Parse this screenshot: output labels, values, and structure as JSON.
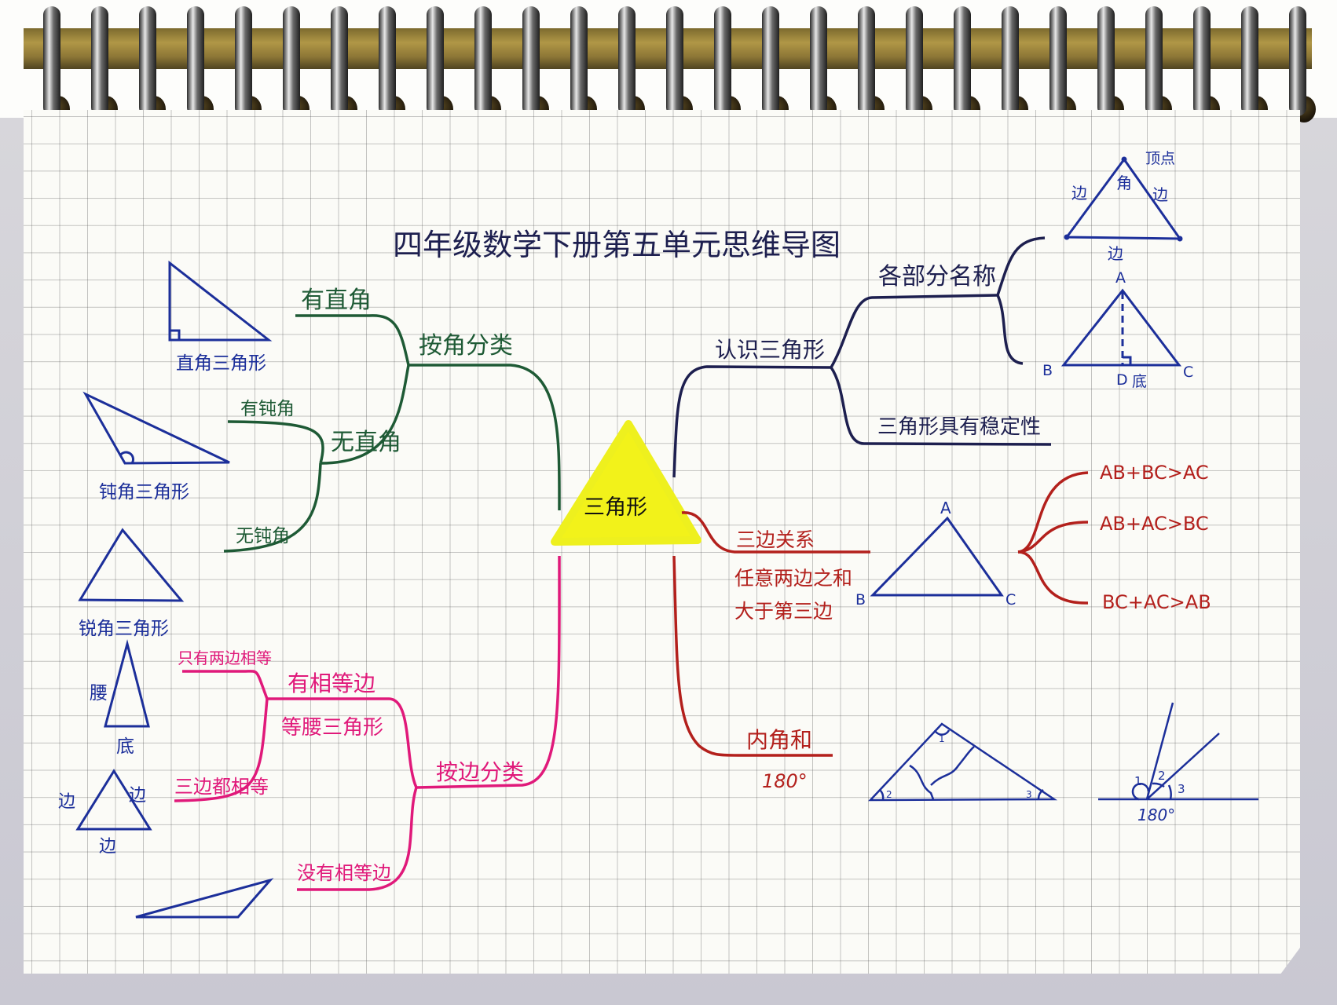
{
  "title": "四年级数学下册第五单元思维导图",
  "center": {
    "label": "三角形",
    "fill": "#f2f21a"
  },
  "colors": {
    "angle_branch": "#1e5a35",
    "side_branch": "#e0197a",
    "know_branch": "#1d1f4f",
    "relation_branch": "#b3201c",
    "diagram_ink": "#1c2f9a"
  },
  "branches": {
    "by_angle": {
      "label": "按角分类",
      "has_right": "有直角",
      "no_right": "无直角",
      "has_obtuse": "有钝角",
      "no_obtuse": "无钝角",
      "right_triangle": "直角三角形",
      "obtuse_triangle": "钝角三角形",
      "acute_triangle": "锐角三角形"
    },
    "by_side": {
      "label": "按边分类",
      "has_equal": "有相等边",
      "isosceles": "等腰三角形",
      "only_two_equal": "只有两边相等",
      "all_three_equal": "三边都相等",
      "no_equal": "没有相等边",
      "leg_label": "腰",
      "base_label": "底",
      "side_label": "边"
    },
    "know": {
      "label": "认识三角形",
      "parts_names": "各部分名称",
      "stability": "三角形具有稳定性",
      "vertex_label": "顶点",
      "angle_label": "角",
      "side_label": "边",
      "point_a": "A",
      "point_b": "B",
      "point_c": "C",
      "point_d": "D",
      "base_label": "底"
    },
    "relation": {
      "label": "三边关系",
      "rule_line1": "任意两边之和",
      "rule_line2": "大于第三边",
      "point_a": "A",
      "point_b": "B",
      "point_c": "C",
      "inequalities": [
        "AB+BC>AC",
        "AB+AC>BC",
        "BC+AC>AB"
      ]
    },
    "angle_sum": {
      "label": "内角和",
      "value": "180°",
      "angle1": "1",
      "angle2": "2",
      "angle3": "3",
      "straight_value": "180°"
    }
  }
}
